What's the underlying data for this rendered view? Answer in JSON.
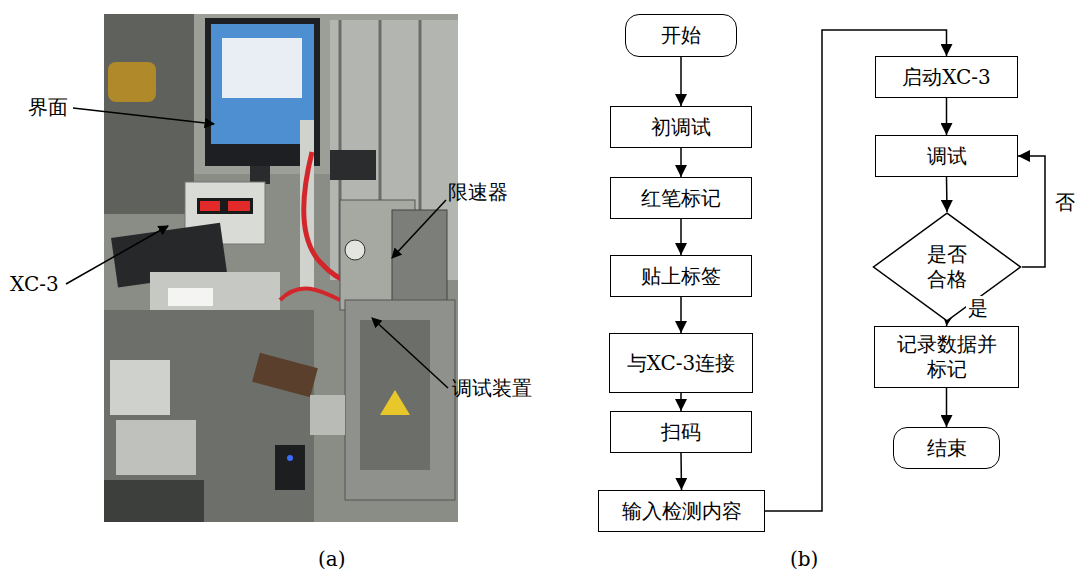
{
  "diagram": {
    "nodes": [
      {
        "text": [
          "开始"
        ]
      },
      {
        "text": [
          "初调试"
        ]
      },
      {
        "text": [
          "红笔标记"
        ]
      },
      {
        "text": [
          "贴上标签"
        ]
      },
      {
        "text": [
          "与XC-3连接"
        ]
      },
      {
        "text": [
          "扫码"
        ]
      },
      {
        "text": [
          "输入检测内容"
        ]
      },
      {
        "text": [
          "启动XC-3"
        ]
      },
      {
        "text": [
          "调试"
        ]
      },
      {
        "text": [
          "是否 合格"
        ]
      },
      {
        "text": [
          "记录数据并 标记"
        ]
      },
      {
        "text": [
          "结束"
        ]
      }
    ],
    "edges": [
      {
        "from": 0,
        "to": 1,
        "arrow": "to"
      },
      {
        "from": 1,
        "to": 2,
        "arrow": "to"
      },
      {
        "from": 2,
        "to": 3,
        "arrow": "to"
      },
      {
        "from": 3,
        "to": 4,
        "arrow": "to"
      },
      {
        "from": 4,
        "to": 5,
        "arrow": "to"
      },
      {
        "from": 5,
        "to": 6,
        "arrow": "to"
      },
      {
        "from": 6,
        "to": 7,
        "arrow": "to"
      },
      {
        "from": 7,
        "to": 8,
        "arrow": "to"
      },
      {
        "from": 8,
        "to": 9,
        "arrow": "to"
      },
      {
        "from": 9,
        "to": 8,
        "label": "否",
        "arrow": "to"
      },
      {
        "from": 9,
        "to": 10,
        "label": "是",
        "arrow": "to"
      },
      {
        "from": 10,
        "to": 11,
        "arrow": "to"
      }
    ],
    "labels": [
      "界面",
      "XC-3",
      "限速器",
      "调试装置",
      "(a)",
      "(b)"
    ]
  }
}
